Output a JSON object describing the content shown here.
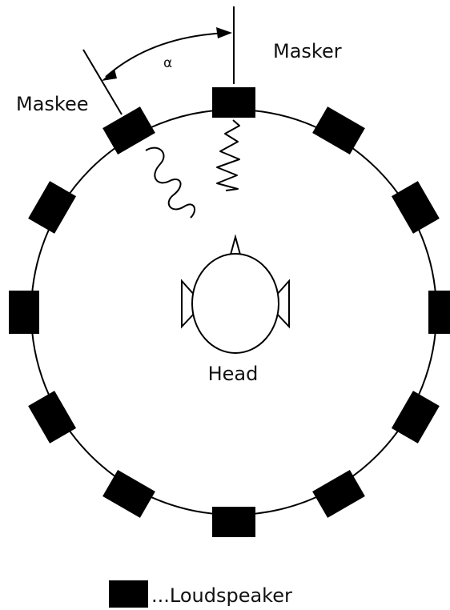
{
  "labels": {
    "masker": "Masker",
    "maskee": "Maskee",
    "angle": "α",
    "head": "Head",
    "legend": "...Loudspeaker"
  },
  "colors": {
    "stroke": "#000000",
    "speaker": "#000000",
    "background": "#ffffff"
  },
  "speakers": {
    "count": 12,
    "arrangement": "evenly spaced around the circle, every 30 degrees, starting at the top"
  },
  "legend_icon": "loudspeaker-square-icon"
}
